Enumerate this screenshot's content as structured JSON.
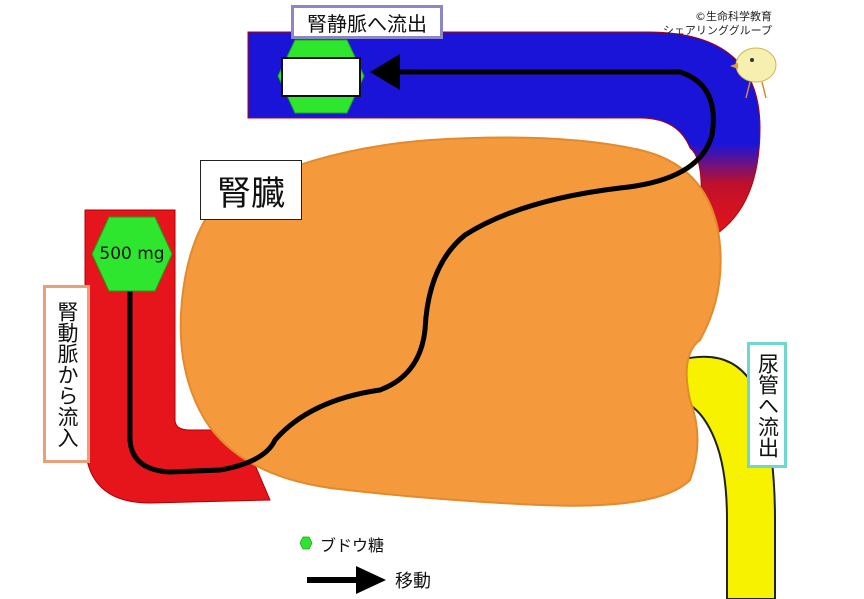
{
  "labels": {
    "renal_vein_out": "腎静脈へ流出",
    "renal_artery_in": "腎動脈から流入",
    "ureter_out": "尿管へ流出",
    "kidney": "腎臓",
    "glucose_amount_in": "500 mg",
    "glucose_amount_out": ""
  },
  "copyright": {
    "line1": "©生命科学教育",
    "line2": "シェアリンググループ"
  },
  "legend": {
    "glucose": "ブドウ糖",
    "move": "移動"
  },
  "colors": {
    "kidney": "#f49a3c",
    "artery": "#e5151b",
    "vein": "#1a14d9",
    "ureter": "#f6f200",
    "glucose": "#2ee62e"
  }
}
